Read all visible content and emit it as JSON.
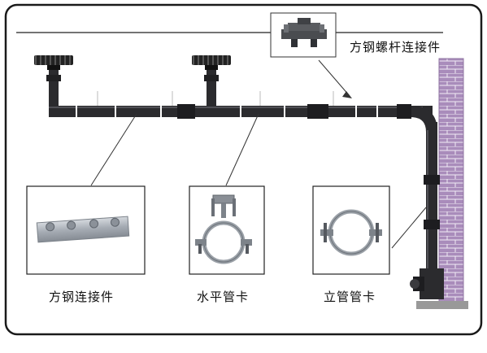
{
  "labels": {
    "square_steel_rod_connector": "方钢螺杆连接件",
    "square_steel_connector": "方钢连接件",
    "horizontal_pipe_clamp": "水平管卡",
    "vertical_pipe_clamp": "立管管卡"
  },
  "colors": {
    "pipe": "#2b2b2e",
    "frame": "#1a1a1a",
    "wall": "#a98cbb",
    "steel": "#a7adb5"
  }
}
